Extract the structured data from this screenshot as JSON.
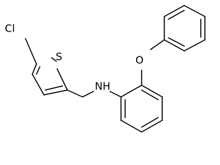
{
  "molecule": {
    "atoms": {
      "chlorine": "Cl",
      "sulfur": "S",
      "amine": "NH",
      "ether_oxygen": "O"
    }
  }
}
